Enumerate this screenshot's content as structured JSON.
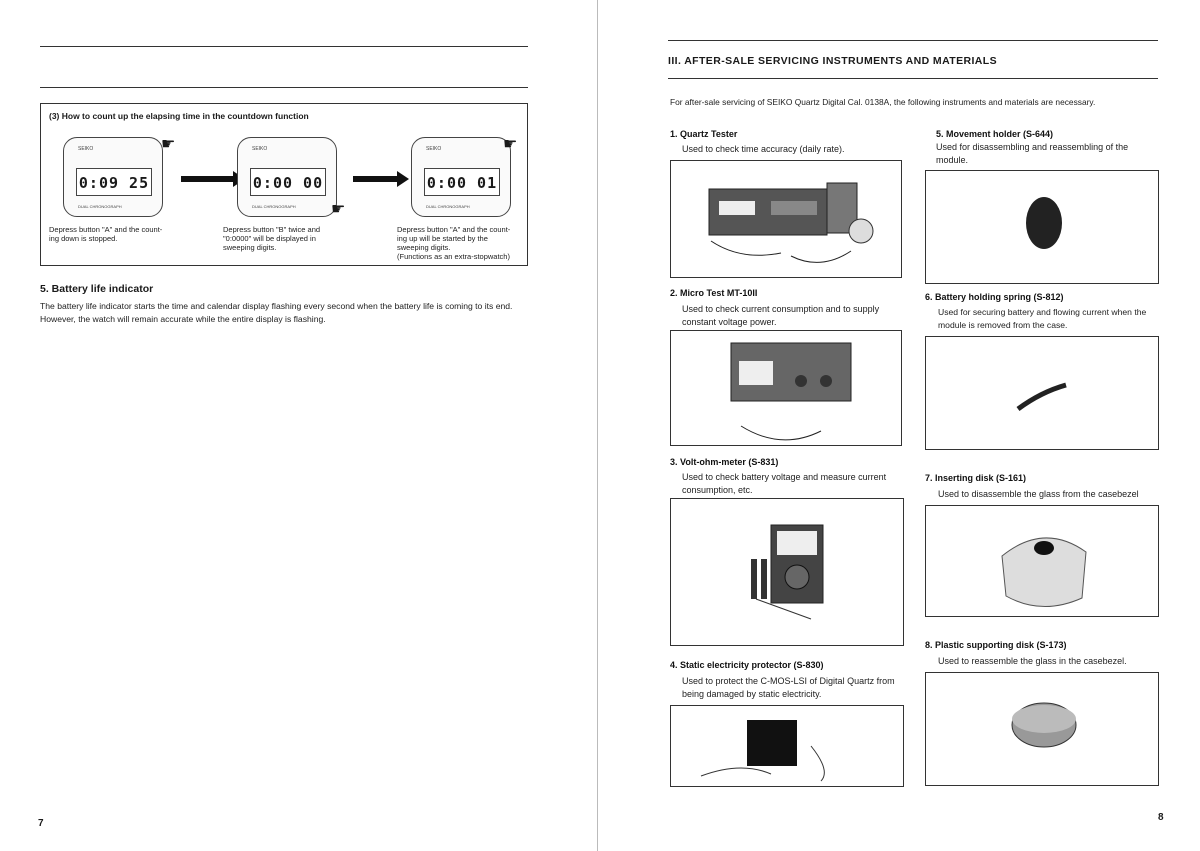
{
  "left": {
    "countdown_box": {
      "title": "(3) How to count up the elapsing time in the countdown function",
      "watches": [
        {
          "display": "0:09 25",
          "caption": "Depress button \"A\" and the count-\ning down is stopped."
        },
        {
          "display": "0:00 00",
          "caption": "Depress button \"B\" twice and \"0:0000\" will be displayed in sweeping digits."
        },
        {
          "display": "0:00 01",
          "caption": "Depress button \"A\" and the count-\ning up will be started by the sweeping digits.\n(Functions as an extra-stopwatch)"
        }
      ],
      "watch_brand": "SEIKO",
      "watch_model": "DUAL CHRONOGRAPH"
    },
    "battery": {
      "heading": "5. Battery life indicator",
      "body": "The battery life indicator starts the time and calendar display flashing every second when the battery life is coming to its end. However, the watch will remain accurate while the entire display is flashing."
    },
    "page_number": "7"
  },
  "right": {
    "section_title": "III. AFTER-SALE SERVICING INSTRUMENTS AND MATERIALS",
    "intro": "For after-sale servicing of SEIKO Quartz Digital Cal. 0138A, the following instruments and materials are necessary.",
    "items": [
      {
        "title": "1. Quartz Tester",
        "desc": "Used to check time accuracy (daily rate).",
        "photo_icon": "quartz-tester"
      },
      {
        "title": "2. Micro Test MT-10II",
        "desc": "Used to check current consumption and to supply constant voltage power.",
        "photo_icon": "micro-test"
      },
      {
        "title": "3. Volt-ohm-meter (S-831)",
        "desc": "Used to check battery voltage and measure current consumption, etc.",
        "photo_icon": "volt-ohm-meter"
      },
      {
        "title": "4. Static electricity protector (S-830)",
        "desc": "Used to protect the C-MOS-LSI of Digital Quartz from being damaged by static electricity.",
        "photo_icon": "static-protector"
      },
      {
        "title": "5. Movement holder (S-644)",
        "desc": "Used for disassembling and reassembling of the module.",
        "photo_icon": "movement-holder"
      },
      {
        "title": "6. Battery holding spring (S-812)",
        "desc": "Used for securing battery and flowing current when the module is removed from the case.",
        "photo_icon": "battery-spring"
      },
      {
        "title": "7. Inserting disk (S-161)",
        "desc": "Used to disassemble the glass from the casebezel",
        "photo_icon": "inserting-disk"
      },
      {
        "title": "8. Plastic supporting disk (S-173)",
        "desc": "Used to reassemble the glass in the casebezel.",
        "photo_icon": "plastic-disk"
      }
    ],
    "page_number": "8"
  }
}
